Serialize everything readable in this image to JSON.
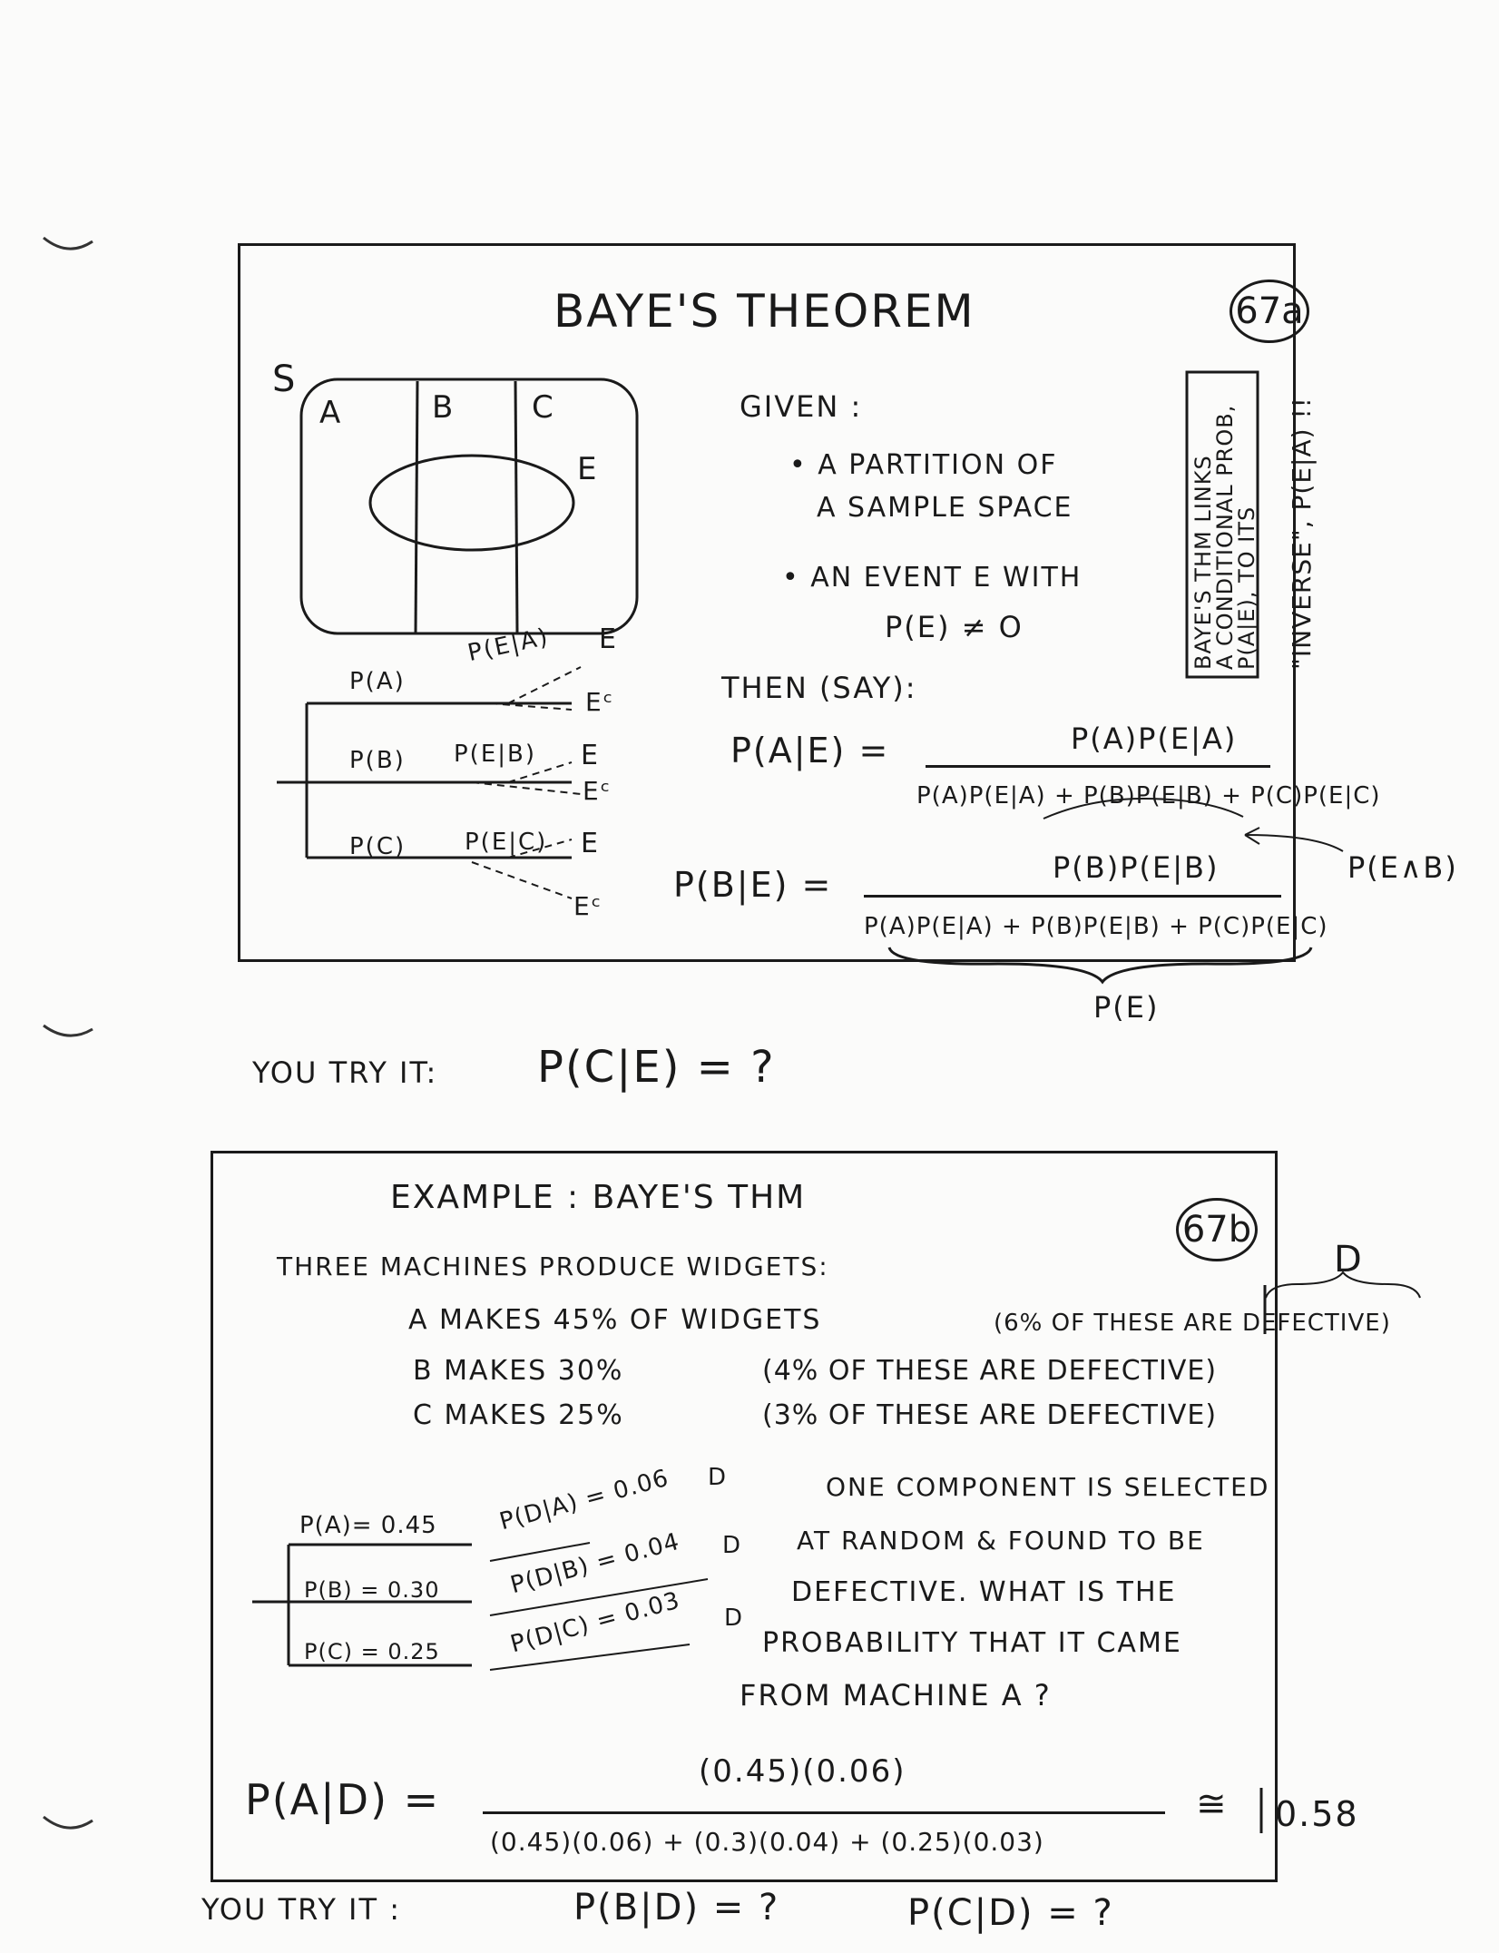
{
  "panel_a": {
    "title": "BAYE'S THEOREM",
    "badge": "67a",
    "venn": {
      "s": "S",
      "a": "A",
      "b": "B",
      "c": "C",
      "e": "E"
    },
    "tree": {
      "pa": "P(A)",
      "pb": "P(B)",
      "pc": "P(C)",
      "pea": "P(E|A)",
      "peb": "P(E|B)",
      "pec": "P(E|C)",
      "e1": "E",
      "ec1": "Eᶜ",
      "e2": "E",
      "ec2": "Eᶜ",
      "e3": "E",
      "ec3": "Eᶜ"
    },
    "given": "GIVEN :",
    "bullet1_line1": "• A  PARTITION  OF",
    "bullet1_line2": "A  SAMPLE  SPACE",
    "bullet2_line1": "• AN  EVENT  E   WITH",
    "bullet2_line2": "P(E) ≠ O",
    "side_note": [
      "BAYE'S THM LINKS",
      "A CONDITIONAL PROB,",
      "P(A|E), TO ITS",
      "\"INVERSE\", P(E|A) !!"
    ],
    "then": "THEN  (SAY):",
    "f1_lhs": "P(A|E) =",
    "f1_num": "P(A)P(E|A)",
    "f1_den": "P(A)P(E|A) + P(B)P(E|B) + P(C)P(E|C)",
    "f2_lhs": "P(B|E) =",
    "f2_num": "P(B)P(E|B)",
    "f2_den": "P(A)P(E|A) + P(B)P(E|B) + P(C)P(E|C)",
    "note_and": "P(E∧B)",
    "note_pe": "P(E)"
  },
  "try1": {
    "label": "YOU  TRY  IT:",
    "expr": "P(C|E)  =  ?"
  },
  "panel_b": {
    "title": "EXAMPLE : BAYE'S THM",
    "badge": "67b",
    "intro": "THREE MACHINES PRODUCE WIDGETS:",
    "d_label": "D",
    "row_a": "A  MAKES   45%  OF  WIDGETS",
    "row_a_note": "(6% OF THESE ARE DEFECTIVE)",
    "row_b": "B  MAKES   30%",
    "row_b_note": "(4% OF THESE ARE DEFECTIVE)",
    "row_c": "C  MAKES   25%",
    "row_c_note": "(3% OF THESE ARE DEFECTIVE)",
    "tree": {
      "pa": "P(A)= 0.45",
      "pb": "P(B) = 0.30",
      "pc": "P(C) = 0.25",
      "pda": "P(D|A) = 0.06",
      "pdb": "P(D|B) = 0.04",
      "pdc": "P(D|C) = 0.03",
      "d1": "D",
      "d2": "D",
      "d3": "D"
    },
    "q1": "ONE COMPONENT IS SELECTED",
    "q2": "AT RANDOM & FOUND TO BE",
    "q3": "DEFECTIVE. WHAT IS THE",
    "q4": "PROBABILITY THAT IT CAME",
    "q5": "FROM MACHINE A ?",
    "lhs": "P(A|D) =",
    "num": "(0.45)(0.06)",
    "den": "(0.45)(0.06) + (0.3)(0.04) + (0.25)(0.03)",
    "approx": "≅",
    "result": "0.58"
  },
  "try2": {
    "label": "YOU  TRY  IT :",
    "expr1": "P(B|D) = ?",
    "expr2": "P(C|D) = ?"
  }
}
